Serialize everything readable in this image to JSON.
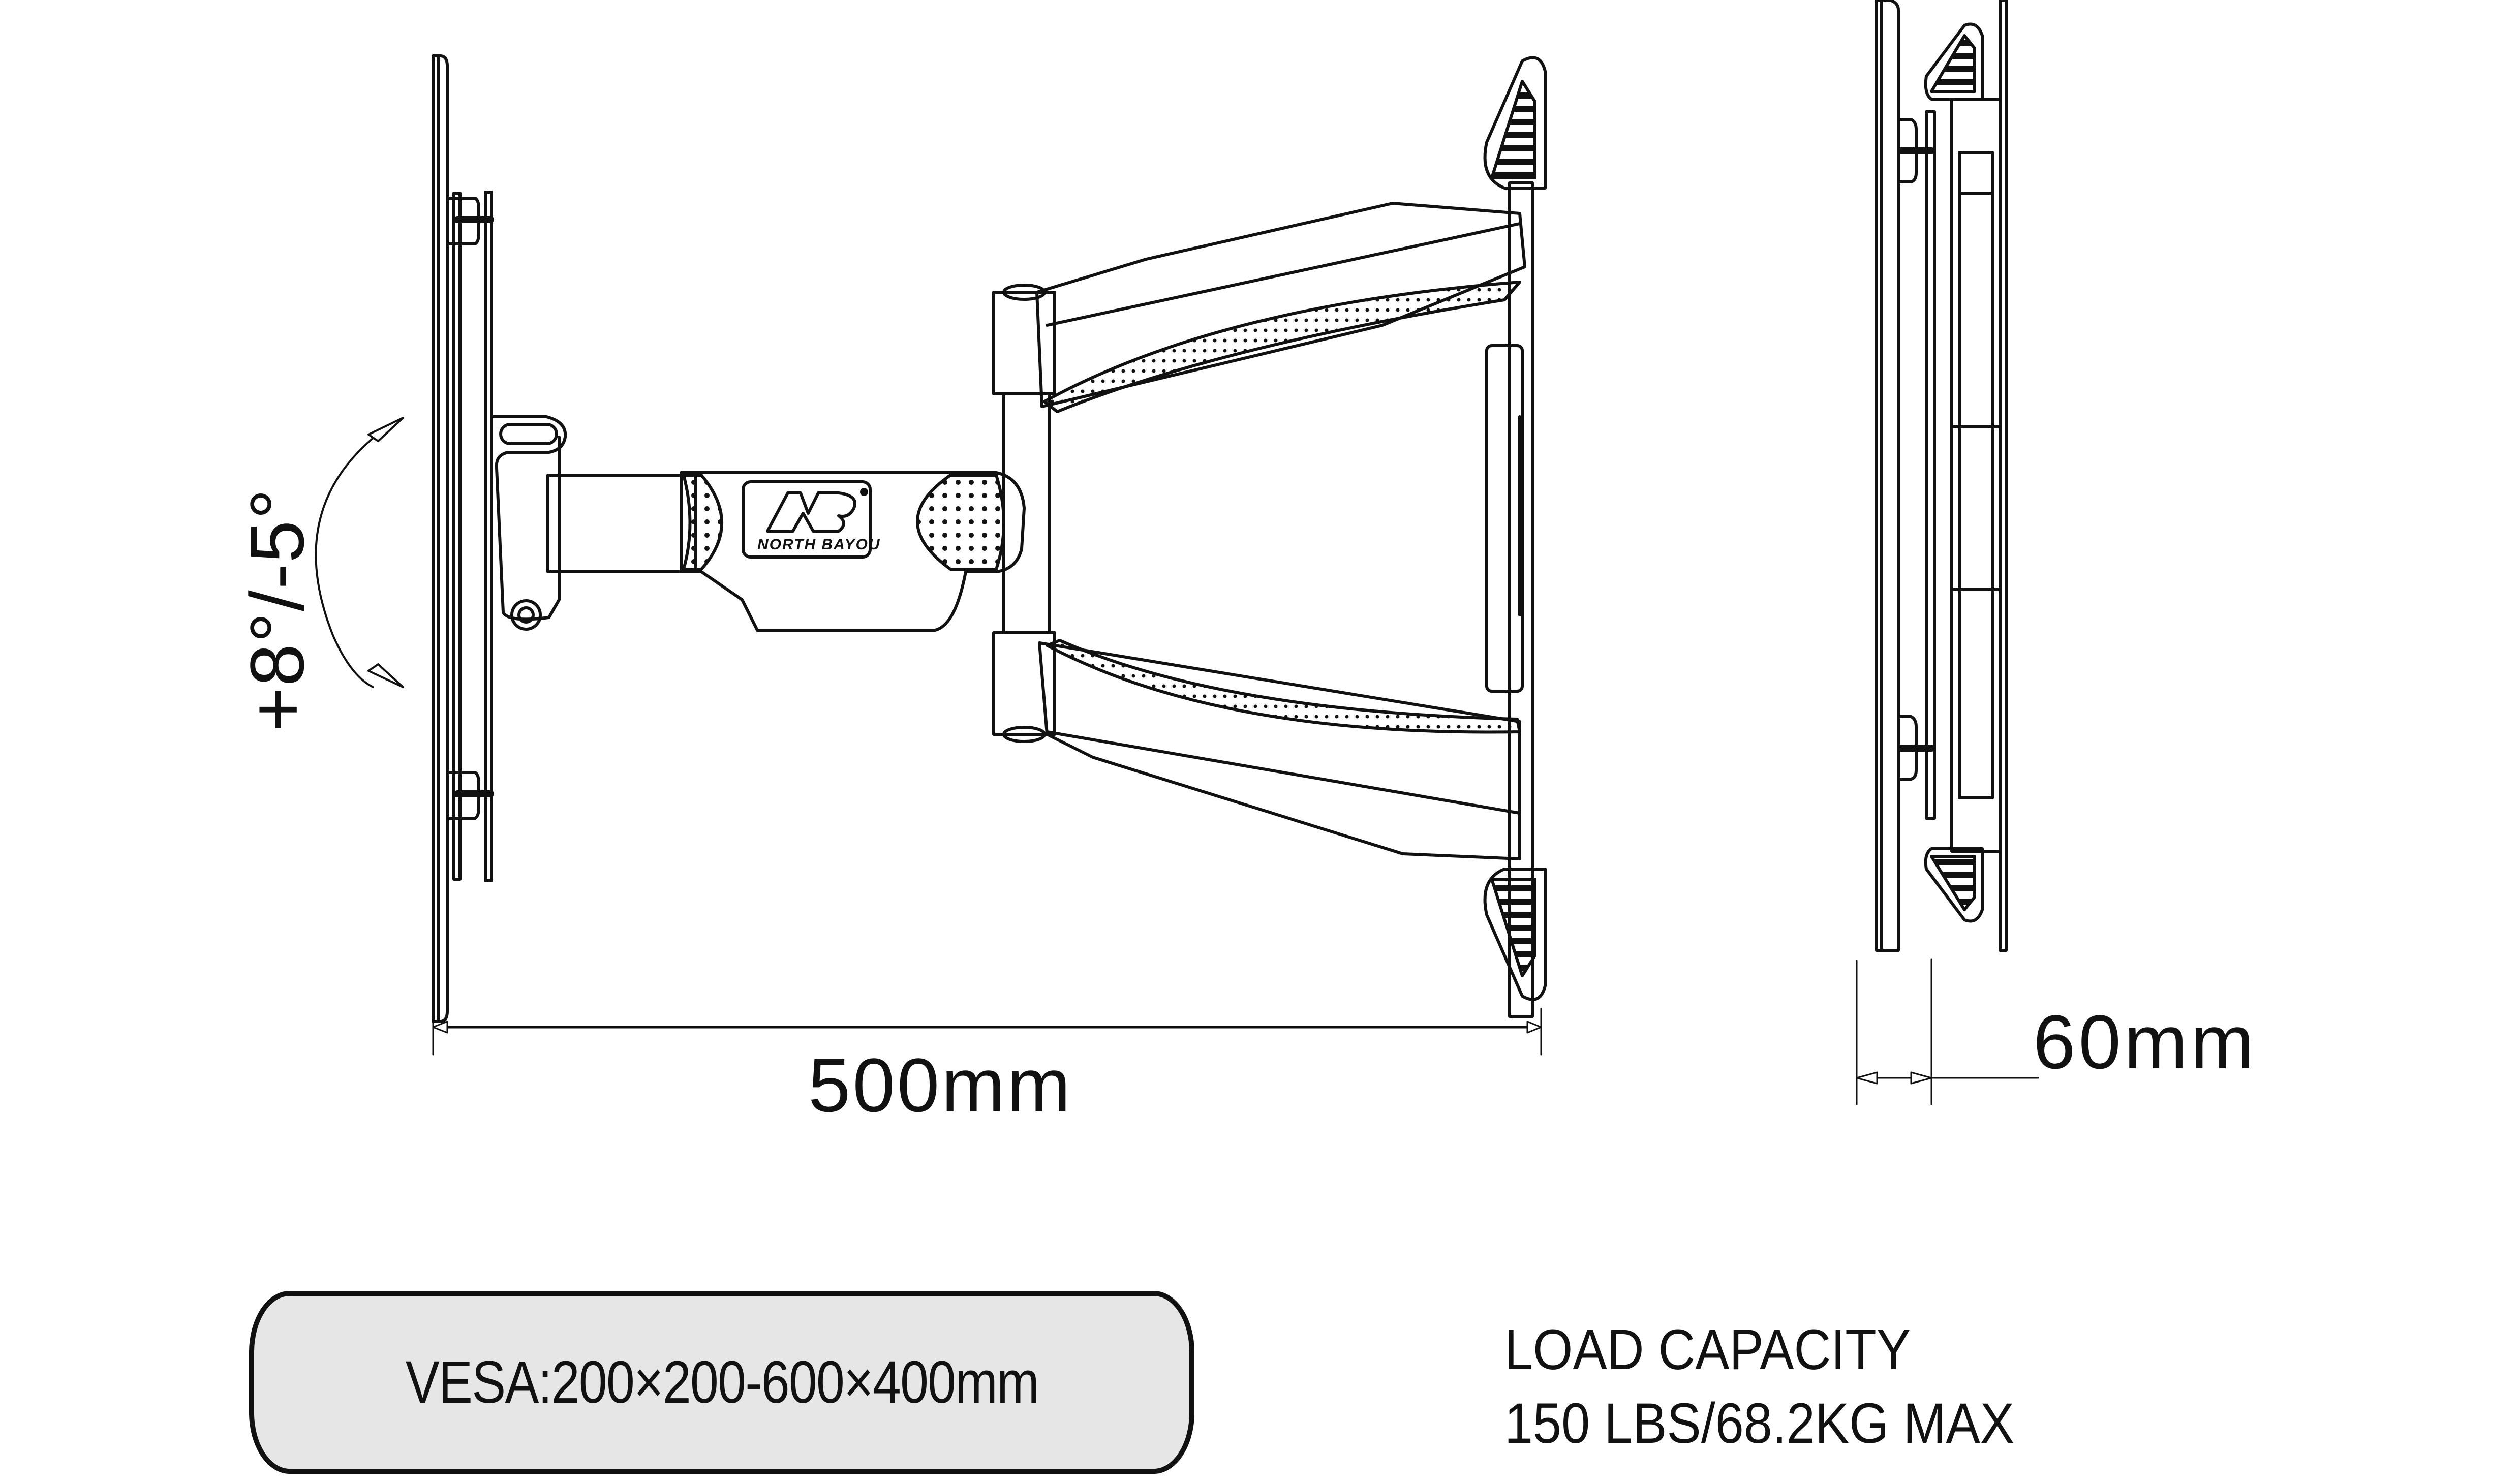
{
  "diagram": {
    "type": "tv-wall-mount-dimension-drawing",
    "brand_logo": {
      "mark": "NB",
      "name": "NORTH BAYOU"
    },
    "dimensions": {
      "tilt": "+8°/-5°",
      "max_extension": "500mm",
      "min_depth": "60mm"
    },
    "vesa": {
      "label": "VESA:200×200-600×400mm"
    },
    "load_capacity": {
      "title": "LOAD CAPACITY",
      "value": "150 LBS/68.2KG MAX"
    },
    "colors": {
      "line": "#111111",
      "vesa_fill": "#e6e6e6",
      "background": "#ffffff"
    }
  }
}
